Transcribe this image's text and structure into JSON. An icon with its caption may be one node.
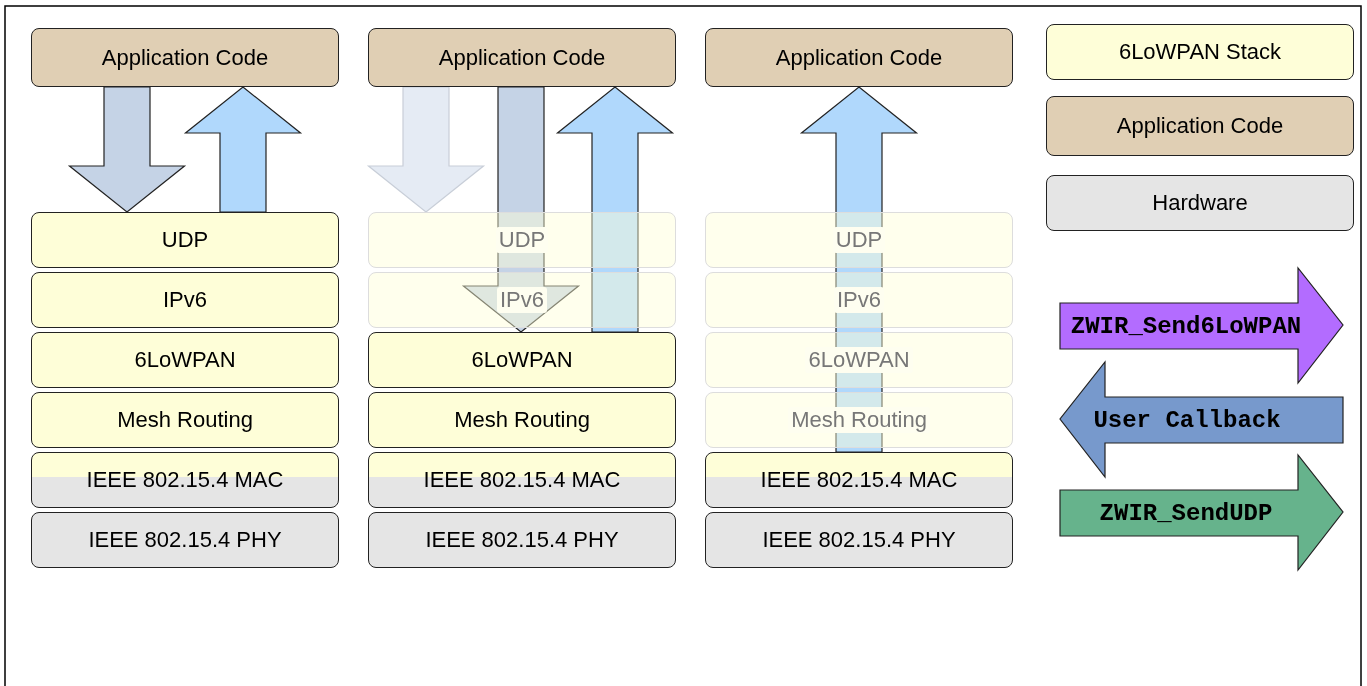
{
  "diagram": {
    "nodes": [
      {
        "text": [
          "Application Code"
        ]
      },
      {
        "text": [
          "UDP"
        ]
      },
      {
        "text": [
          "IPv6"
        ]
      },
      {
        "text": [
          "6LoWPAN"
        ]
      },
      {
        "text": [
          "Mesh Routing"
        ]
      },
      {
        "text": [
          "IEEE 802.15.4 MAC"
        ]
      },
      {
        "text": [
          "IEEE 802.15.4 PHY"
        ]
      },
      {
        "text": [
          "Application Code"
        ]
      },
      {
        "text": [
          "UDP"
        ]
      },
      {
        "text": [
          "IPv6"
        ]
      },
      {
        "text": [
          "6LoWPAN"
        ]
      },
      {
        "text": [
          "Mesh Routing"
        ]
      },
      {
        "text": [
          "IEEE 802.15.4 MAC"
        ]
      },
      {
        "text": [
          "IEEE 802.15.4 PHY"
        ]
      },
      {
        "text": [
          "Application Code"
        ]
      },
      {
        "text": [
          "UDP"
        ]
      },
      {
        "text": [
          "IPv6"
        ]
      },
      {
        "text": [
          "6LoWPAN"
        ]
      },
      {
        "text": [
          "Mesh Routing"
        ]
      },
      {
        "text": [
          "IEEE 802.15.4 MAC"
        ]
      },
      {
        "text": [
          "IEEE 802.15.4 PHY"
        ]
      }
    ],
    "edges": [
      {
        "from": 0,
        "to": 1,
        "arrow": "to",
        "color": "#c5d3e6"
      },
      {
        "from": 1,
        "to": 0,
        "arrow": "to",
        "color": "#b0d8fc"
      },
      {
        "from": 7,
        "to": 8,
        "arrow": "to",
        "color": "#c5d3e6"
      },
      {
        "from": 7,
        "to": 10,
        "arrow": "to",
        "color": "#c5d3e6"
      },
      {
        "from": 10,
        "to": 7,
        "arrow": "to",
        "color": "#b0d8fc"
      },
      {
        "from": 19,
        "to": 14,
        "arrow": "to",
        "color": "#b0d8fc"
      }
    ],
    "legend": [
      {
        "text": "6LoWPAN Stack",
        "color": "#fefed8"
      },
      {
        "text": "Application Code",
        "color": "#e0cfb4"
      },
      {
        "text": "Hardware",
        "color": "#e5e5e5"
      },
      {
        "text": "ZWIR_Send6LoWPAN",
        "color": "#b36cff"
      },
      {
        "text": "User Callback",
        "color": "#7799cc"
      },
      {
        "text": "ZWIR_SendUDP",
        "color": "#66b38c"
      }
    ]
  }
}
